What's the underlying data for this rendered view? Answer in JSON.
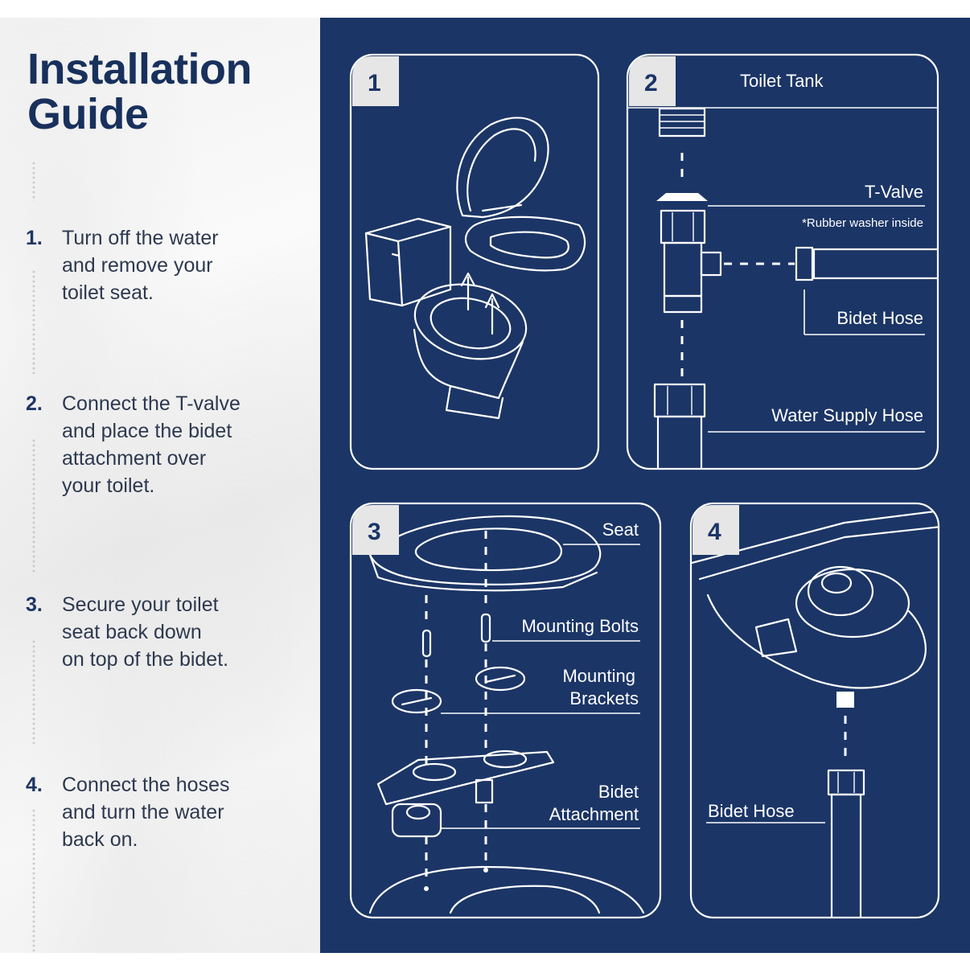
{
  "guide": {
    "title_line1": "Installation",
    "title_line2": "Guide",
    "steps": [
      {
        "num": "1.",
        "text": "Turn off the water\nand remove your\ntoilet seat."
      },
      {
        "num": "2.",
        "text": "Connect the T-valve\nand place the bidet\nattachment over\nyour toilet."
      },
      {
        "num": "3.",
        "text": "Secure your toilet\nseat back down\non top of the bidet."
      },
      {
        "num": "4.",
        "text": "Connect the hoses\nand turn the water\nback on."
      }
    ]
  },
  "panels": {
    "p1": {
      "number": "1"
    },
    "p2": {
      "number": "2",
      "toilet_tank": "Toilet Tank",
      "t_valve": "T-Valve",
      "rubber_note": "*Rubber washer inside",
      "bidet_hose": "Bidet Hose",
      "water_supply_hose": "Water Supply Hose"
    },
    "p3": {
      "number": "3",
      "seat": "Seat",
      "mounting_bolts": "Mounting Bolts",
      "mounting_brackets_1": "Mounting",
      "mounting_brackets_2": "Brackets",
      "bidet_attachment_1": "Bidet",
      "bidet_attachment_2": "Attachment"
    },
    "p4": {
      "number": "4",
      "bidet_hose": "Bidet Hose"
    }
  },
  "colors": {
    "navy": "#1b3566",
    "title": "#18305c",
    "text": "#2d3950",
    "white": "#ffffff",
    "badge": "#e6e6e6"
  }
}
